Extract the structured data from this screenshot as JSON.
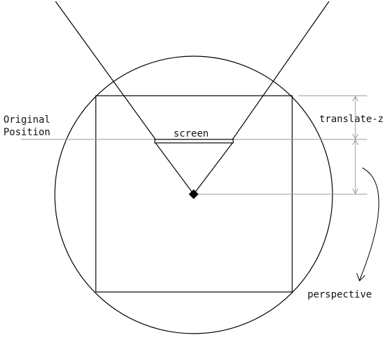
{
  "labels": {
    "original_position_line1": "Original",
    "original_position_line2": "Position",
    "screen": "screen",
    "translate_z": "translate-z",
    "perspective": "perspective"
  },
  "colors": {
    "stroke": "#000000",
    "guide": "#9a9a9a",
    "background": "#ffffff"
  }
}
